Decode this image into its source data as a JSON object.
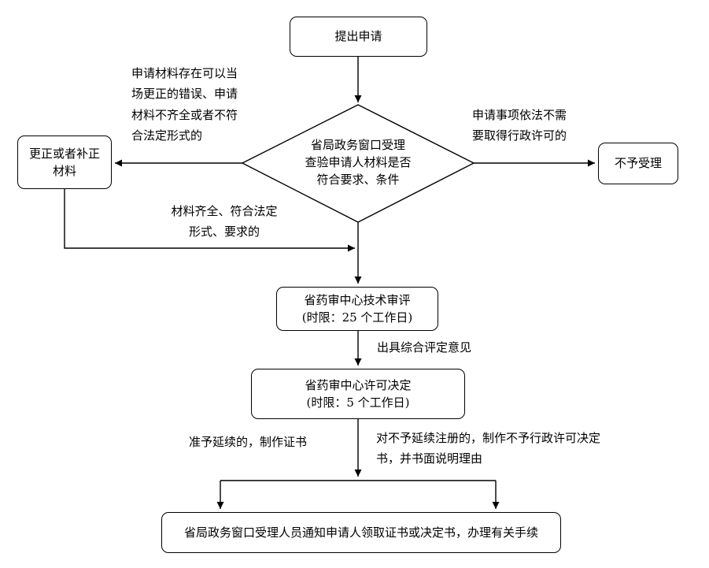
{
  "colors": {
    "background": "#ffffff",
    "line": "#000000",
    "box_border": "#000000",
    "text": "#000000"
  },
  "nodes": {
    "start": "提出申请",
    "decision": "省局政务窗口受理\n查验申请人材料是否\n符合要求、条件",
    "correct_materials": "更正或者补正\n材料",
    "not_accepted": "不予受理",
    "tech_review": "省药审中心技术审评\n(时限：25 个工作日)",
    "license_decision": "省药审中心许可决定\n(时限：5 个工作日)",
    "notify": "省局政务窗口受理人员通知申请人领取证书或决定书，办理有关手续"
  },
  "edge_labels": {
    "correctable_error": "申请材料存在可以当\n场更正的错误、申请\n材料不齐全或者不符\n合法定形式的",
    "no_license_required": "申请事项依法不需\n要取得行政许可的",
    "materials_complete": "材料齐全、符合法定\n形式、要求的",
    "evaluation_opinion": "出具综合评定意见",
    "grant_certificate": "准予延续的，制作证书",
    "deny_renewal": "对不予延续注册的，制作不予行政许可决定\n书，并书面说明理由"
  }
}
